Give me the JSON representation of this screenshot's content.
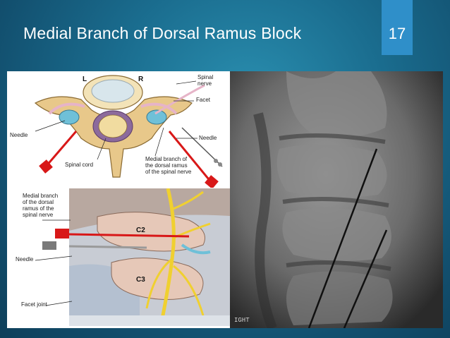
{
  "slide": {
    "title": "Medial Branch of Dorsal Ramus Block",
    "page_number": "17"
  },
  "illustration_top": {
    "label_left": "L",
    "label_right": "R",
    "spinal_nerve": "Spinal\nnerve",
    "facet": "Facet",
    "needle_left": "Needle",
    "needle_right": "Needle",
    "spinal_cord": "Spinal cord",
    "medial_branch": "Medial branch of\nthe dorsal ramus\nof the spinal nerve"
  },
  "illustration_bottom": {
    "medial_branch": "Medial branch\nof the dorsal\nramus of the\nspinal nerve",
    "needle": "Needle",
    "facet_joint": "Facet joint",
    "c2": "C2",
    "c3": "C3"
  },
  "xray": {
    "watermark": "IGHT"
  }
}
